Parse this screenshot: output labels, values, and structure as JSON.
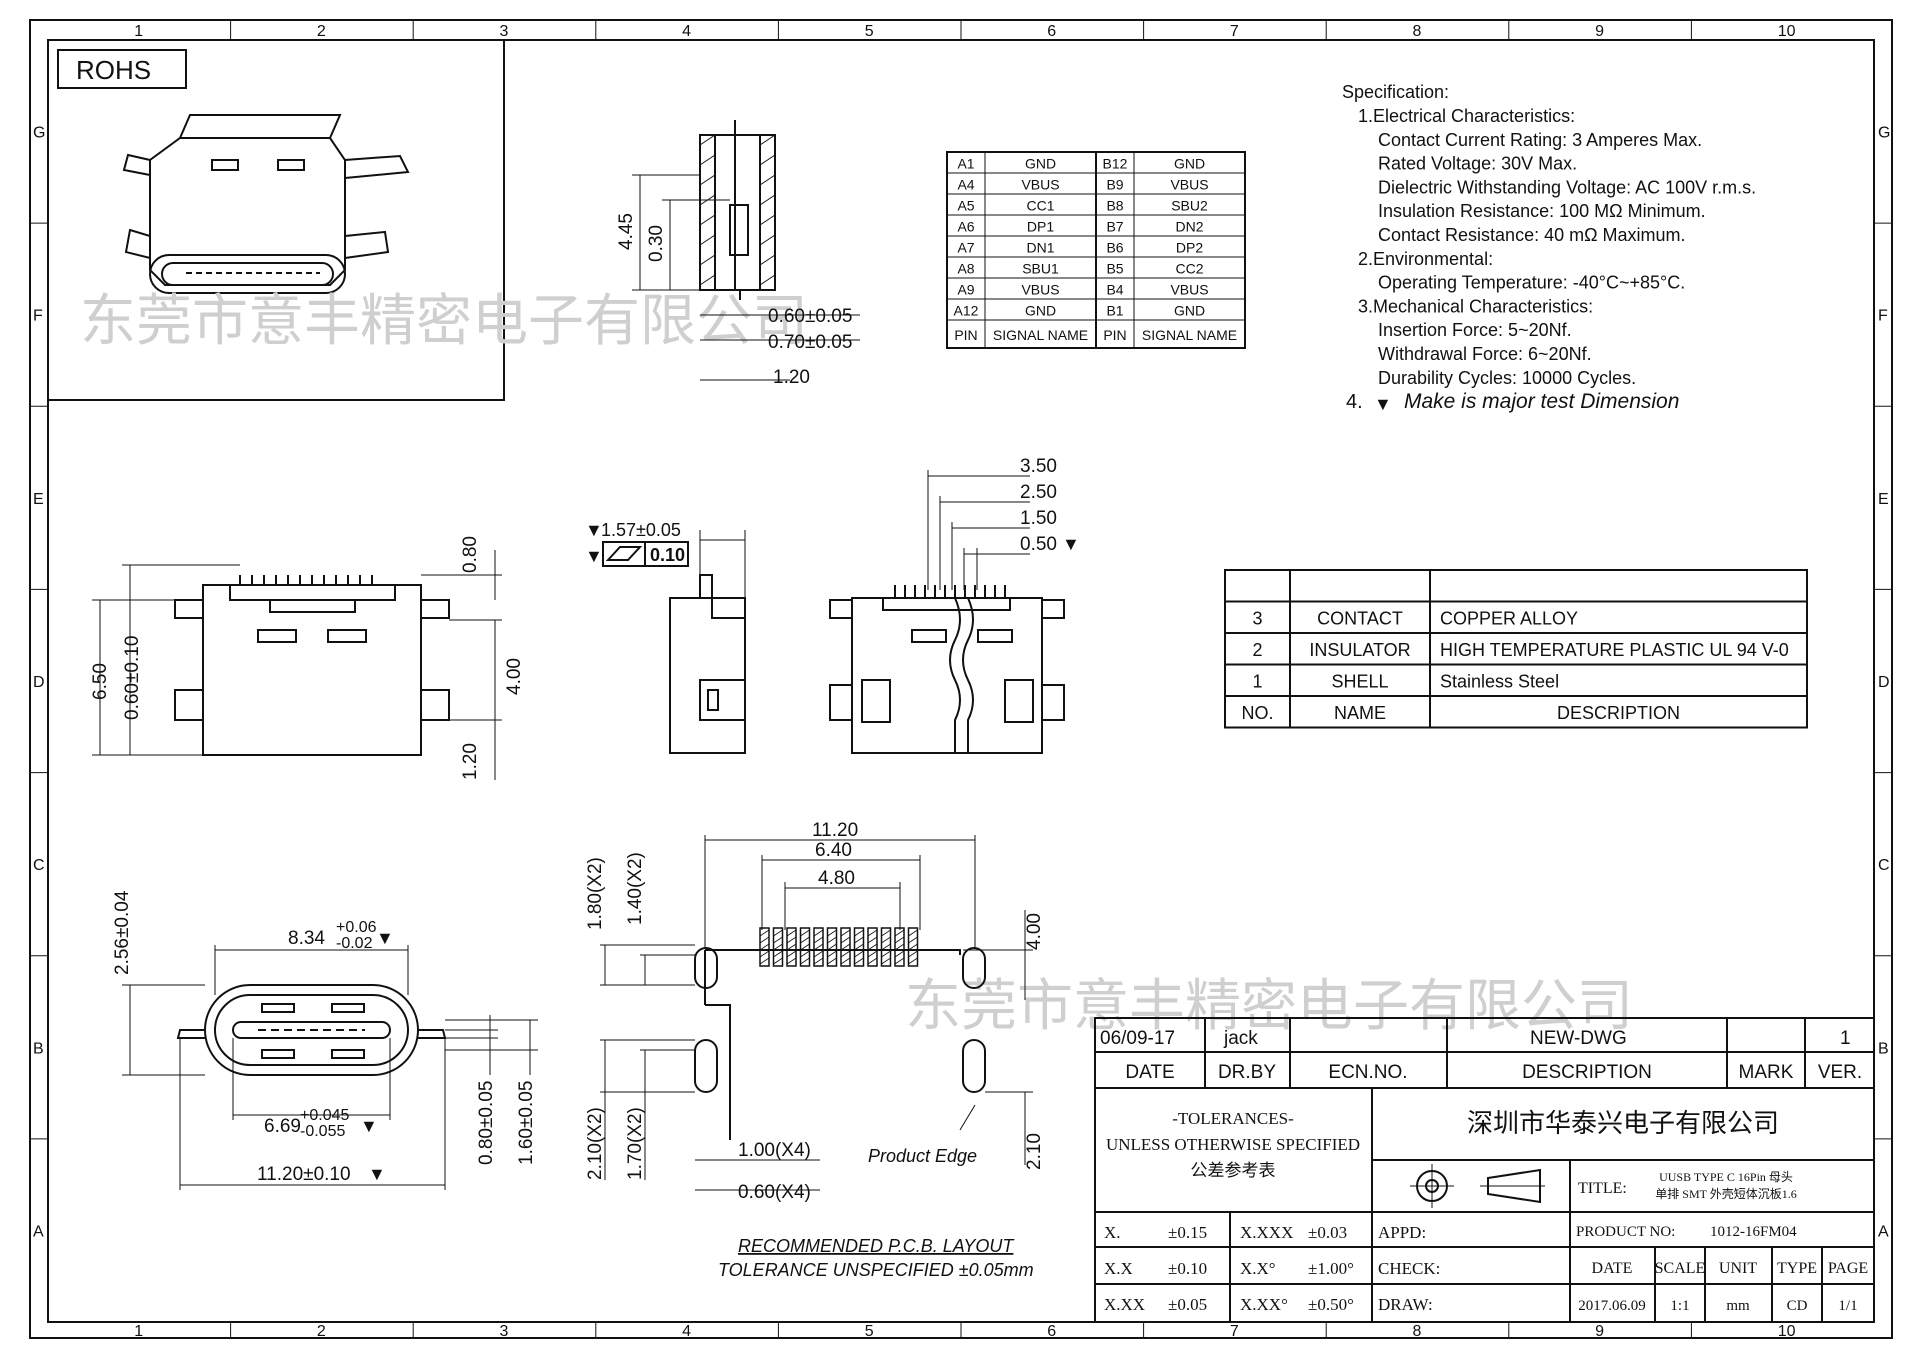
{
  "rohs_label": "ROHS",
  "border": {
    "columns": [
      "1",
      "2",
      "3",
      "4",
      "5",
      "6",
      "7",
      "8",
      "9",
      "10"
    ],
    "rows": [
      "G",
      "F",
      "E",
      "D",
      "C",
      "B",
      "A"
    ]
  },
  "watermark": {
    "top": "东莞市意丰精密电子有限公司",
    "bottom": "东莞市意丰精密电子有限公司"
  },
  "pin_table": {
    "rows": [
      [
        "A1",
        "GND",
        "B12",
        "GND"
      ],
      [
        "A4",
        "VBUS",
        "B9",
        "VBUS"
      ],
      [
        "A5",
        "CC1",
        "B8",
        "SBU2"
      ],
      [
        "A6",
        "DP1",
        "B7",
        "DN2"
      ],
      [
        "A7",
        "DN1",
        "B6",
        "DP2"
      ],
      [
        "A8",
        "SBU1",
        "B5",
        "CC2"
      ],
      [
        "A9",
        "VBUS",
        "B4",
        "VBUS"
      ],
      [
        "A12",
        "GND",
        "B1",
        "GND"
      ]
    ],
    "header": [
      "PIN",
      "SIGNAL NAME",
      "PIN",
      "SIGNAL NAME"
    ]
  },
  "spec": {
    "title": "Specification:",
    "lines": [
      "1.Electrical Characteristics:",
      "Contact Current Rating: 3 Amperes Max.",
      "Rated Voltage:  30V Max.",
      "Dielectric Withstanding Voltage: AC 100V r.m.s.",
      "Insulation Resistance: 100 MΩ Minimum.",
      "Contact Resistance: 40 mΩ Maximum.",
      "2.Environmental:",
      "Operating Temperature: -40°C~+85°C.",
      "3.Mechanical Characteristics:",
      "Insertion Force: 5~20Nf.",
      "Withdrawal Force: 6~20Nf.",
      "Durability Cycles: 10000 Cycles."
    ],
    "note_num": "4.",
    "note": "Make is major test Dimension"
  },
  "bom": {
    "rows": [
      [
        "3",
        "CONTACT",
        "COPPER ALLOY"
      ],
      [
        "2",
        "INSULATOR",
        "HIGH TEMPERATURE PLASTIC UL 94 V-0"
      ],
      [
        "1",
        "SHELL",
        "Stainless Steel"
      ]
    ],
    "header": [
      "NO.",
      "NAME",
      "DESCRIPTION"
    ]
  },
  "dims": {
    "side_445": "4.45",
    "side_030": "0.30",
    "side_060": "0.60±0.05",
    "side_070": "0.70±0.05",
    "side_120": "1.20",
    "front_080": "0.80",
    "front_650": "6.50",
    "front_060": "0.60±0.10",
    "front_400": "4.00",
    "front_120": "1.20",
    "mid_157": "1.57±0.05",
    "mid_flat": "0.10",
    "rear_350": "3.50",
    "rear_250": "2.50",
    "rear_150": "1.50",
    "rear_050": "0.50",
    "btm_256": "2.56±0.04",
    "btm_834": "8.34",
    "btm_834_tol_up": "+0.06",
    "btm_834_tol_dn": "-0.02",
    "btm_669": "6.69",
    "btm_669_tol_up": "+0.045",
    "btm_669_tol_dn": "-0.055",
    "btm_1120": "11.20±0.10",
    "btm_080": "0.80±0.05",
    "btm_160": "1.60±0.05",
    "pcb_1120": "11.20",
    "pcb_640": "6.40",
    "pcb_480": "4.80",
    "pcb_180": "1.80(X2)",
    "pcb_140": "1.40(X2)",
    "pcb_210": "2.10(X2)",
    "pcb_170": "1.70(X2)",
    "pcb_100": "1.00(X4)",
    "pcb_060": "0.60(X4)",
    "pcb_400": "4.00",
    "pcb_210b": "2.10",
    "product_edge": "Product Edge",
    "pcb_title": "RECOMMENDED  P.C.B. LAYOUT",
    "pcb_tol": "TOLERANCE UNSPECIFIED ±0.05mm"
  },
  "title_block": {
    "rev_date": "06/09-17",
    "rev_by": "jack",
    "rev_desc": "NEW-DWG",
    "rev_ver": "1",
    "hdr_date": "DATE",
    "hdr_drby": "DR.BY",
    "hdr_ecn": "ECN.NO.",
    "hdr_desc": "DESCRIPTION",
    "hdr_mark": "MARK",
    "hdr_ver": "VER.",
    "tol_title": "-TOLERANCES-",
    "tol_sub": "UNLESS OTHERWISE SPECIFIED",
    "tol_cn": "公差参考表",
    "company": "深圳市华泰兴电子有限公司",
    "title_label": "TITLE:",
    "title_line1": "UUSB TYPE C 16Pin 母头",
    "title_line2": "单排 SMT 外壳短体沉板1.6",
    "tol_rows": [
      [
        "X.",
        "±0.15",
        "X.XXX",
        "±0.03"
      ],
      [
        "X.X",
        "±0.10",
        "X.X°",
        "±1.00°"
      ],
      [
        "X.XX",
        "±0.05",
        "X.XX°",
        "±0.50°"
      ]
    ],
    "appd": "APPD:",
    "check": "CHECK:",
    "draw": "DRAW:",
    "product_no_label": "PRODUCT NO:",
    "product_no": "1012-16FM04",
    "date_label": "DATE",
    "scale_label": "SCALE",
    "unit_label": "UNIT",
    "type_label": "TYPE",
    "page_label": "PAGE",
    "date": "2017.06.09",
    "scale": "1:1",
    "unit": "mm",
    "type": "CD",
    "page": "1/1"
  }
}
